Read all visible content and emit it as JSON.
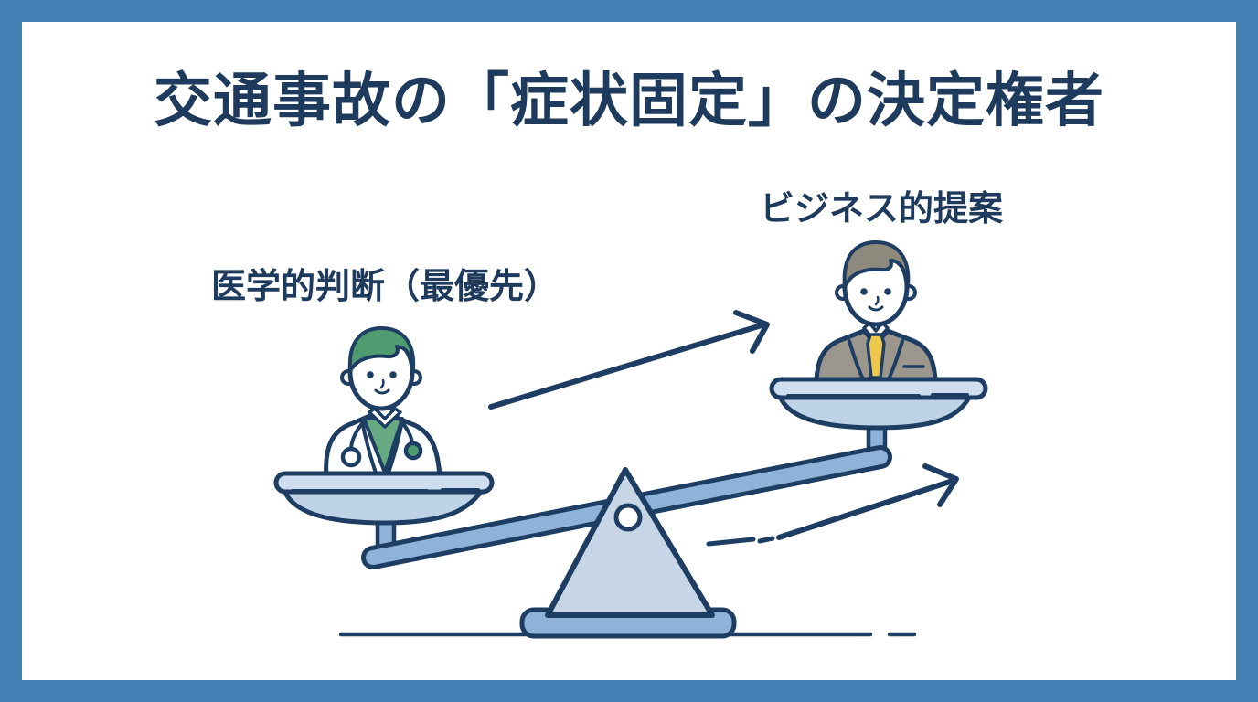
{
  "title": {
    "text": "交通事故の「症状固定」の決定権者"
  },
  "labels": {
    "medical": {
      "text": "医学的判断（最優先）",
      "side": "left",
      "position": "lower-pan"
    },
    "business": {
      "text": "ビジネス的提案",
      "side": "right",
      "position": "upper-pan"
    }
  },
  "illustration": {
    "type": "balance-scale",
    "tilt": "left-side-down-right-side-up",
    "left_pan_figure": "doctor",
    "right_pan_figure": "businessman",
    "arrows": [
      "up-right-arrow",
      "forward-right-arrow"
    ]
  },
  "colors": {
    "border": "#4481b5",
    "outline": "#1e3d63",
    "text": "#1e3a5c",
    "beam": "#8fb2d8",
    "pan_rim": "#cfdeee",
    "pan_bowl": "#bed3e7",
    "fulcrum": "#c6d6e6",
    "base": "#8fb2d8",
    "doctor_hair": "#4f9c70",
    "doctor_shirt": "#67a980",
    "coat": "#fbfdfe",
    "skin": "#ffffff",
    "suit": "#9b978c",
    "hair_right": "#8d897d",
    "tie": "#edc84d"
  }
}
